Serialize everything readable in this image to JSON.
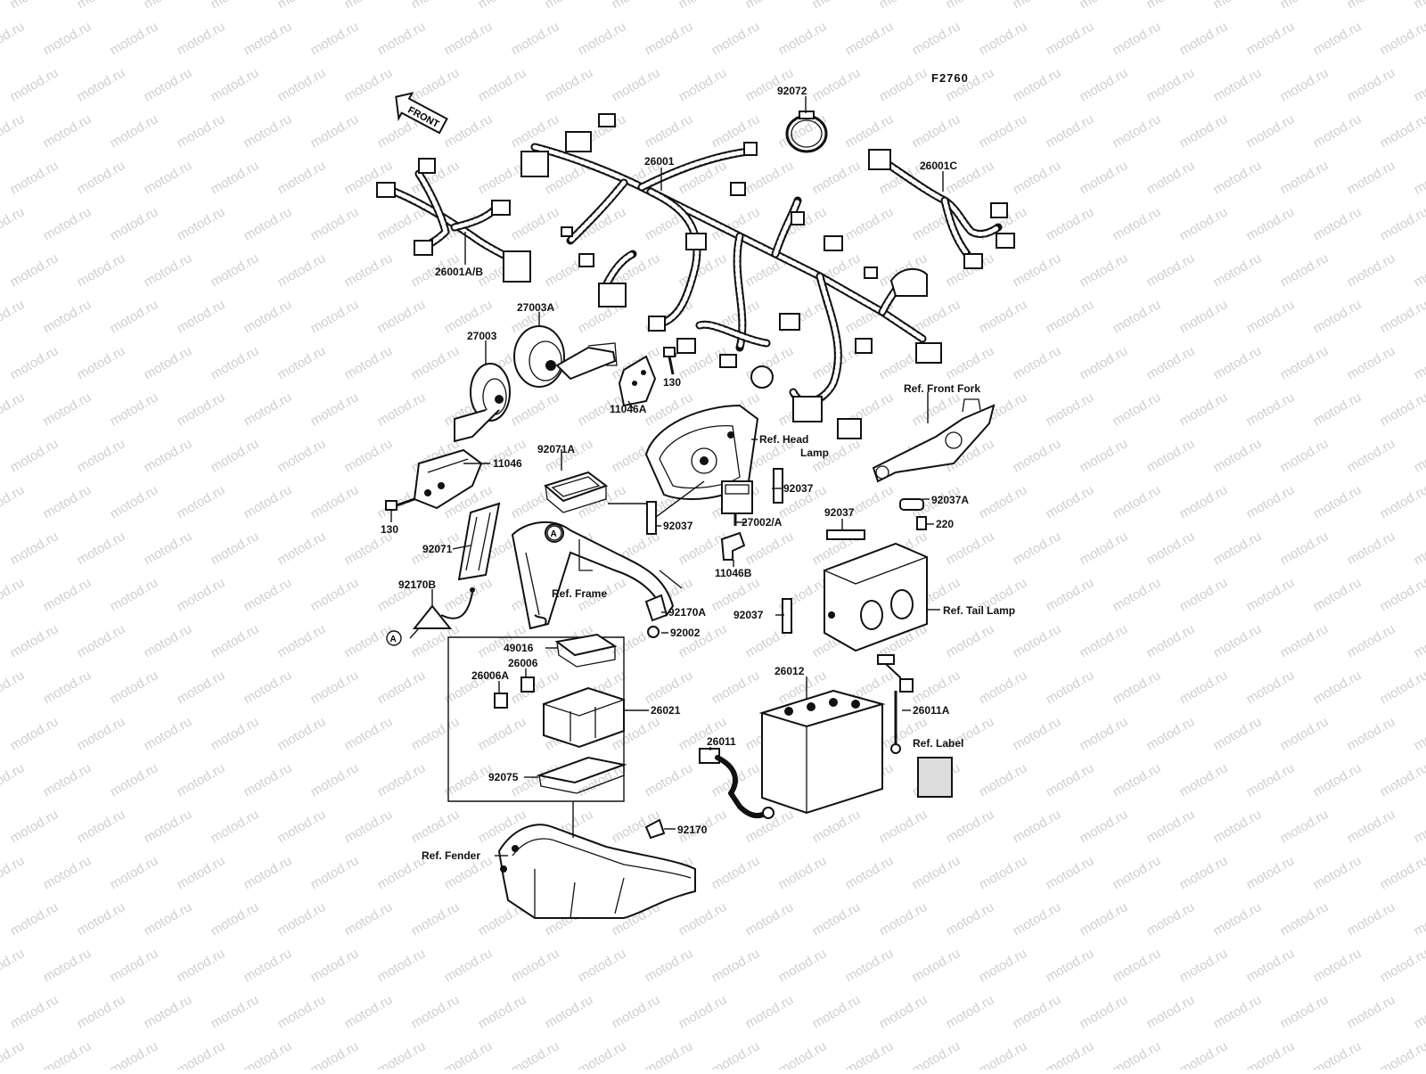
{
  "watermark": "motod.ru",
  "figure_code": "F2760",
  "front_label": "FRONT",
  "parts": [
    {
      "id": "p-92072",
      "text": "92072"
    },
    {
      "id": "p-26001",
      "text": "26001"
    },
    {
      "id": "p-26001c",
      "text": "26001C"
    },
    {
      "id": "p-26001ab",
      "text": "26001A/B"
    },
    {
      "id": "p-27003a",
      "text": "27003A"
    },
    {
      "id": "p-27003",
      "text": "27003"
    },
    {
      "id": "p-130a",
      "text": "130"
    },
    {
      "id": "p-11046a",
      "text": "11046A"
    },
    {
      "id": "p-11046",
      "text": "11046"
    },
    {
      "id": "p-130b",
      "text": "130"
    },
    {
      "id": "p-92071a",
      "text": "92071A"
    },
    {
      "id": "p-92071",
      "text": "92071"
    },
    {
      "id": "p-92037a1",
      "text": "92037"
    },
    {
      "id": "p-92037a2",
      "text": "92037"
    },
    {
      "id": "p-27002a",
      "text": "27002/A"
    },
    {
      "id": "p-11046b",
      "text": "11046B"
    },
    {
      "id": "p-92037a3",
      "text": "92037"
    },
    {
      "id": "p-92037a",
      "text": "92037A"
    },
    {
      "id": "p-220",
      "text": "220"
    },
    {
      "id": "p-92170b",
      "text": "92170B"
    },
    {
      "id": "p-92170a",
      "text": "92170A"
    },
    {
      "id": "p-92002",
      "text": "92002"
    },
    {
      "id": "p-92037a4",
      "text": "92037"
    },
    {
      "id": "p-49016",
      "text": "49016"
    },
    {
      "id": "p-26006",
      "text": "26006"
    },
    {
      "id": "p-26006a",
      "text": "26006A"
    },
    {
      "id": "p-26021",
      "text": "26021"
    },
    {
      "id": "p-26012",
      "text": "26012"
    },
    {
      "id": "p-26011a",
      "text": "26011A"
    },
    {
      "id": "p-26011",
      "text": "26011"
    },
    {
      "id": "p-92075",
      "text": "92075"
    },
    {
      "id": "p-92170",
      "text": "92170"
    }
  ],
  "references": [
    {
      "id": "r-front-fork",
      "text": "Ref. Front Fork"
    },
    {
      "id": "r-head-lamp-1",
      "text": "Ref. Head"
    },
    {
      "id": "r-head-lamp-2",
      "text": "Lamp"
    },
    {
      "id": "r-frame",
      "text": "Ref. Frame"
    },
    {
      "id": "r-tail-lamp",
      "text": "Ref. Tail Lamp"
    },
    {
      "id": "r-label",
      "text": "Ref. Label"
    },
    {
      "id": "r-fender",
      "text": "Ref. Fender"
    }
  ],
  "markers": [
    {
      "id": "m-a1",
      "text": "A"
    },
    {
      "id": "m-a2",
      "text": "A"
    }
  ]
}
